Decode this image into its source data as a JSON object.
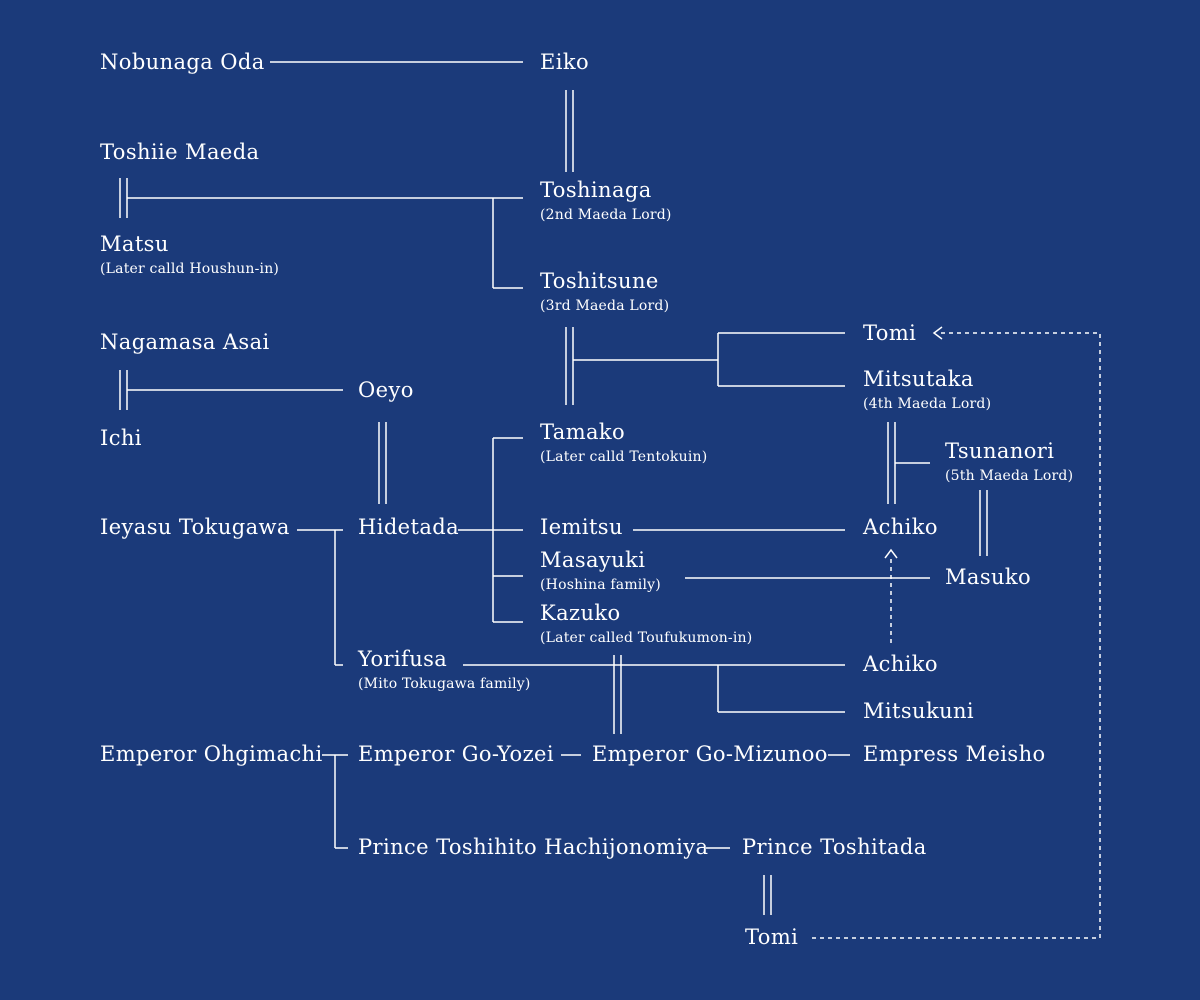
{
  "people": {
    "nobunaga": {
      "name": "Nobunaga Oda"
    },
    "eiko": {
      "name": "Eiko"
    },
    "toshiie": {
      "name": "Toshiie Maeda"
    },
    "matsu": {
      "name": "Matsu",
      "note": "(Later calld Houshun-in)"
    },
    "toshinaga": {
      "name": "Toshinaga",
      "note": "(2nd Maeda Lord)"
    },
    "toshitsune": {
      "name": "Toshitsune",
      "note": "(3rd Maeda Lord)"
    },
    "tomi_top": {
      "name": "Tomi"
    },
    "mitsutaka": {
      "name": "Mitsutaka",
      "note": "(4th Maeda Lord)"
    },
    "nagamasa": {
      "name": "Nagamasa Asai"
    },
    "ichi": {
      "name": "Ichi"
    },
    "oeyo": {
      "name": "Oeyo"
    },
    "tamako": {
      "name": "Tamako",
      "note": "(Later calld Tentokuin)"
    },
    "tsunanori": {
      "name": "Tsunanori",
      "note": "(5th Maeda Lord)"
    },
    "ieyasu": {
      "name": "Ieyasu Tokugawa"
    },
    "hidetada": {
      "name": "Hidetada"
    },
    "iemitsu": {
      "name": "Iemitsu"
    },
    "achiko_top": {
      "name": "Achiko"
    },
    "masayuki": {
      "name": "Masayuki",
      "note": "(Hoshina family)"
    },
    "masuko": {
      "name": "Masuko"
    },
    "kazuko": {
      "name": "Kazuko",
      "note": "(Later called Toufukumon-in)"
    },
    "yorifusa": {
      "name": "Yorifusa",
      "note": "(Mito Tokugawa family)"
    },
    "achiko_bottom": {
      "name": "Achiko"
    },
    "mitsukuni": {
      "name": "Mitsukuni"
    },
    "ohgimachi": {
      "name": "Emperor Ohgimachi"
    },
    "goyozei": {
      "name": "Emperor Go-Yozei"
    },
    "gomizunoo": {
      "name": "Emperor Go-Mizunoo"
    },
    "meisho": {
      "name": "Empress Meisho"
    },
    "toshihito": {
      "name": "Prince Toshihito Hachijonomiya"
    },
    "toshitada": {
      "name": "Prince Toshitada"
    },
    "tomi_bottom": {
      "name": "Tomi"
    }
  },
  "colors": {
    "background": "#1b3a7a",
    "line": "#ffffff",
    "text": "#ffffff"
  }
}
